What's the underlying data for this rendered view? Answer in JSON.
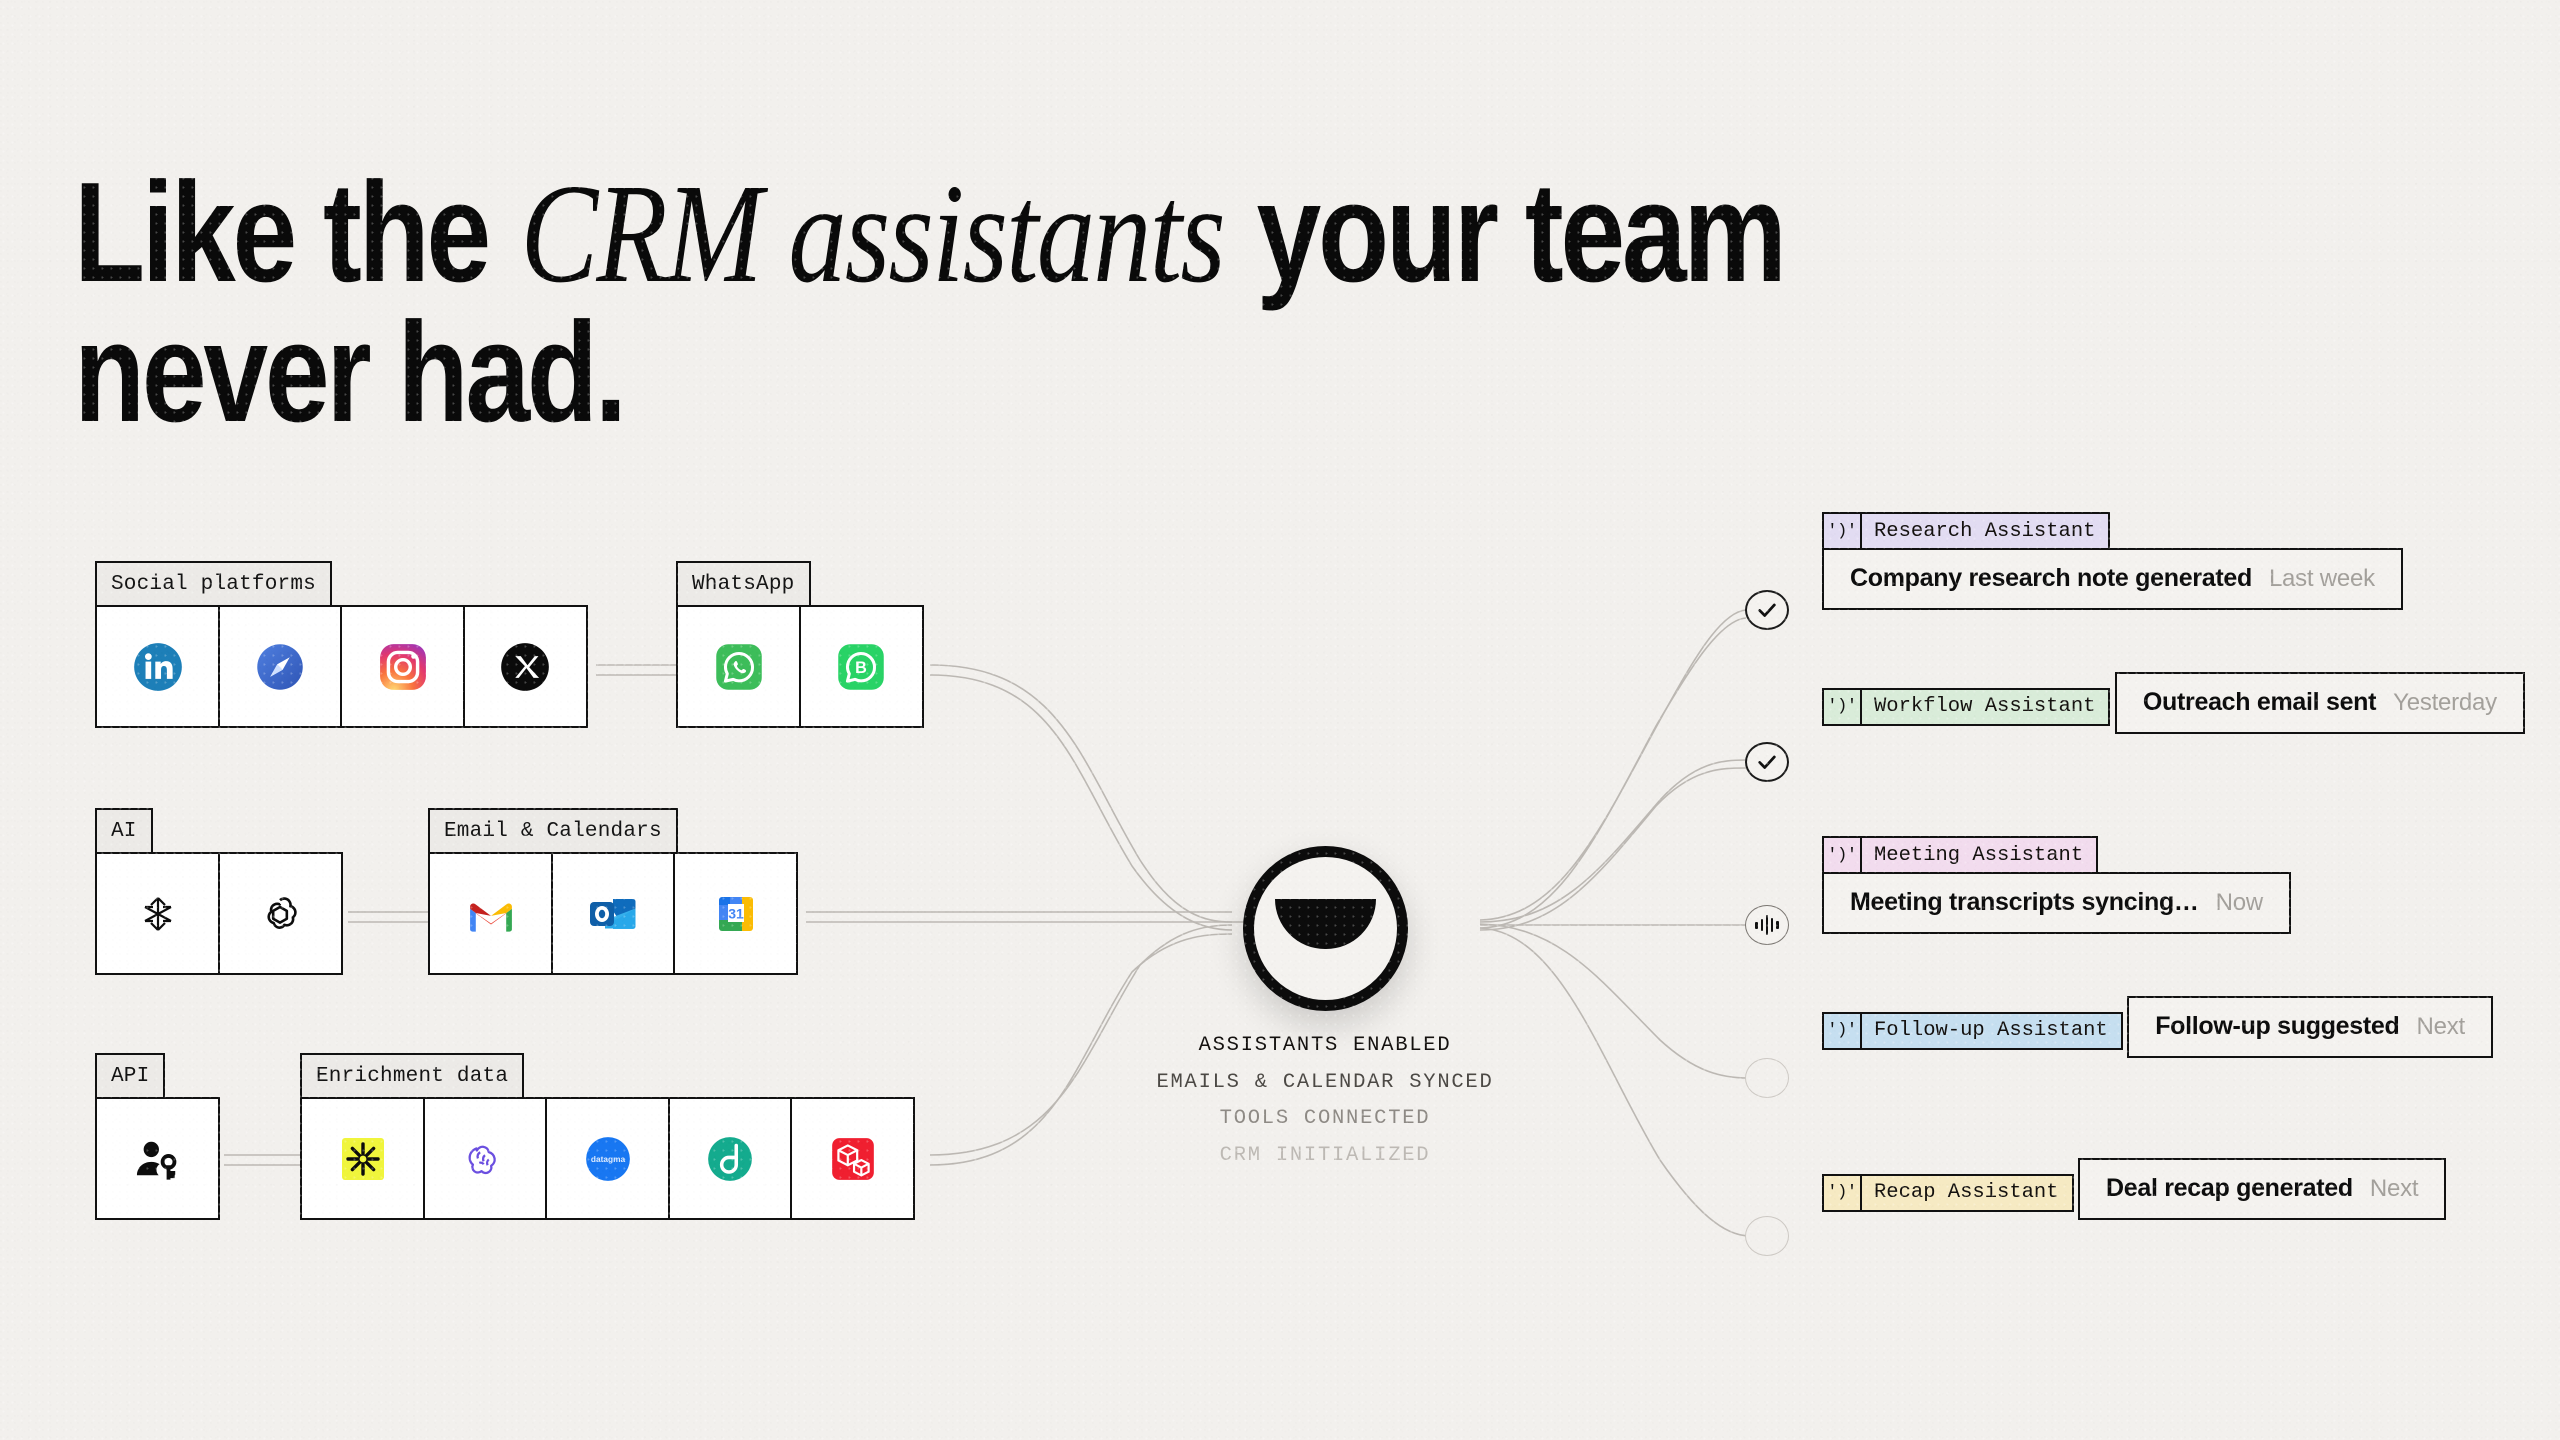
{
  "headline": {
    "line1_a": "Like the ",
    "line1_em": "CRM assistants",
    "line1_b": " your team",
    "line2": "never had."
  },
  "hub": {
    "name": "assistants-hub",
    "status_lines": [
      "ASSISTANTS ENABLED",
      "EMAILS & CALENDAR SYNCED",
      "TOOLS CONNECTED",
      "CRM INITIALIZED"
    ]
  },
  "source_groups": [
    {
      "id": "social-platforms",
      "label": "Social platforms",
      "items": [
        {
          "name": "linkedin-icon",
          "label": "LinkedIn"
        },
        {
          "name": "compass-icon",
          "label": "Compass"
        },
        {
          "name": "instagram-icon",
          "label": "Instagram"
        },
        {
          "name": "x-icon",
          "label": "X"
        }
      ]
    },
    {
      "id": "whatsapp",
      "label": "WhatsApp",
      "items": [
        {
          "name": "whatsapp-icon",
          "label": "WhatsApp"
        },
        {
          "name": "whatsapp-business-icon",
          "label": "WhatsApp Business"
        }
      ]
    },
    {
      "id": "ai",
      "label": "AI",
      "items": [
        {
          "name": "anthropic-icon",
          "label": "Anthropic"
        },
        {
          "name": "openai-icon",
          "label": "OpenAI"
        }
      ]
    },
    {
      "id": "email-calendars",
      "label": "Email & Calendars",
      "items": [
        {
          "name": "gmail-icon",
          "label": "Gmail"
        },
        {
          "name": "outlook-icon",
          "label": "Outlook"
        },
        {
          "name": "google-calendar-icon",
          "label": "Google Calendar",
          "day": "31"
        }
      ]
    },
    {
      "id": "api",
      "label": "API",
      "items": [
        {
          "name": "api-key-user-icon",
          "label": "API key"
        }
      ]
    },
    {
      "id": "enrichment-data",
      "label": "Enrichment data",
      "items": [
        {
          "name": "clay-icon",
          "label": "Clay"
        },
        {
          "name": "brain-icon",
          "label": "Enrichment brain"
        },
        {
          "name": "datagma-icon",
          "label": "datagma"
        },
        {
          "name": "dropcontact-icon",
          "label": "Dropcontact"
        },
        {
          "name": "cube-stack-icon",
          "label": "Cube stack"
        }
      ]
    }
  ],
  "assistants": [
    {
      "id": "research-assistant",
      "emoji": "')'",
      "name": "Research Assistant",
      "message": "Company research note generated",
      "time": "Last week",
      "accent": "#e2dcf2",
      "status": "done"
    },
    {
      "id": "workflow-assistant",
      "emoji": "')'",
      "name": "Workflow Assistant",
      "message": "Outreach email sent",
      "time": "Yesterday",
      "accent": "#d9ecd9",
      "status": "done"
    },
    {
      "id": "meeting-assistant",
      "emoji": "')'",
      "name": "Meeting Assistant",
      "message": "Meeting transcripts syncing…",
      "time": "Now",
      "accent": "#f2dcee",
      "status": "active"
    },
    {
      "id": "follow-up-assistant",
      "emoji": "')'",
      "name": "Follow-up Assistant",
      "message": "Follow-up suggested",
      "time": "Next",
      "accent": "#c6dff0",
      "status": "idle"
    },
    {
      "id": "recap-assistant",
      "emoji": "')'",
      "name": "Recap Assistant",
      "message": "Deal recap generated",
      "time": "Next",
      "accent": "#f6eac3",
      "status": "idle"
    }
  ],
  "colors": {
    "background": "#f2f0ed",
    "ink": "#111111",
    "wire": "#b8b4af",
    "muted": "#a3a09b"
  }
}
